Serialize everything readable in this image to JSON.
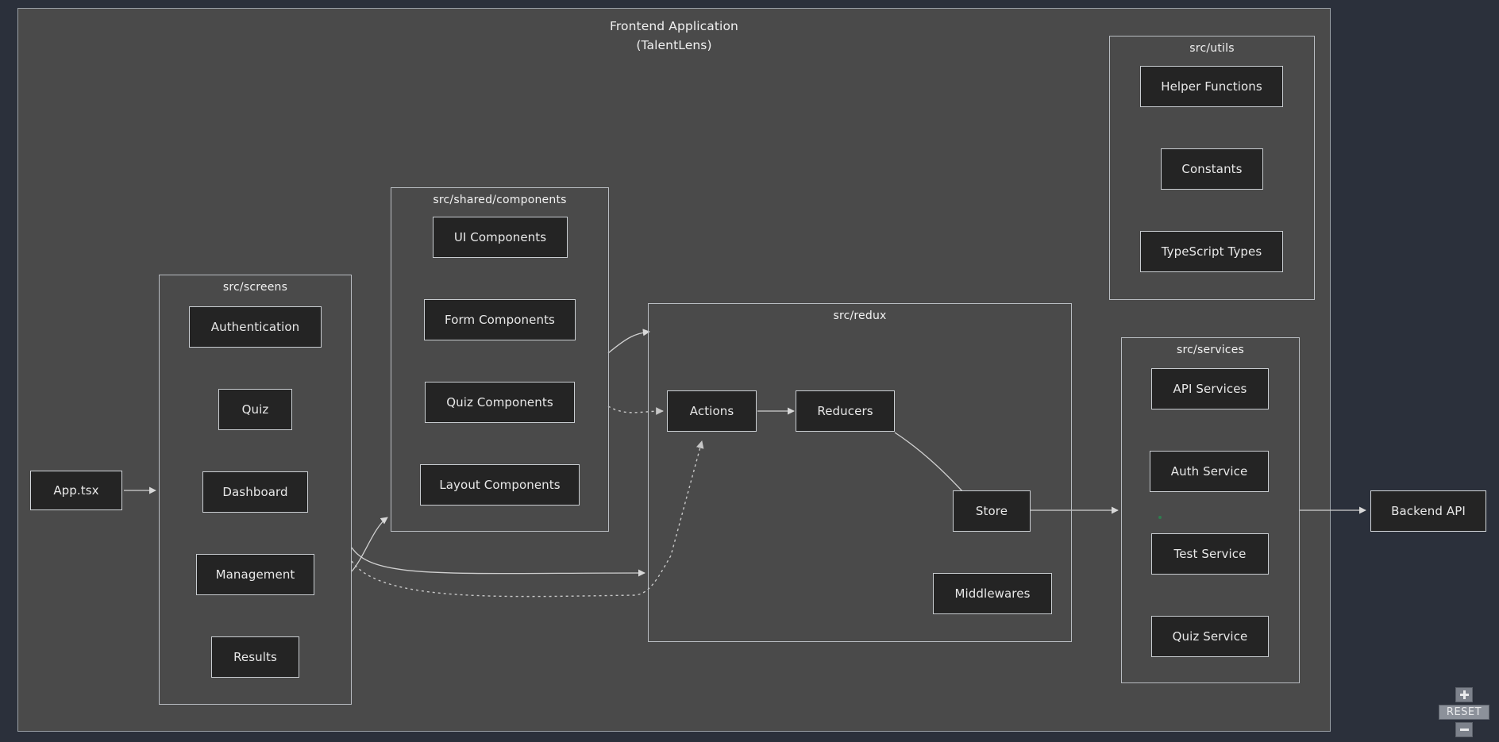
{
  "diagram": {
    "title_line1": "Frontend Application",
    "title_line2": "(TalentLens)",
    "title": "Frontend Application\n(TalentLens)"
  },
  "entry": {
    "label": "App.tsx"
  },
  "external": {
    "backend_label": "Backend API"
  },
  "groups": {
    "screens": {
      "label": "src/screens",
      "nodes": [
        {
          "label": "Authentication"
        },
        {
          "label": "Quiz"
        },
        {
          "label": "Dashboard"
        },
        {
          "label": "Management"
        },
        {
          "label": "Results"
        }
      ]
    },
    "shared_components": {
      "label": "src/shared/components",
      "nodes": [
        {
          "label": "UI Components"
        },
        {
          "label": "Form Components"
        },
        {
          "label": "Quiz Components"
        },
        {
          "label": "Layout Components"
        }
      ]
    },
    "redux": {
      "label": "src/redux",
      "nodes": [
        {
          "label": "Actions"
        },
        {
          "label": "Reducers"
        },
        {
          "label": "Store"
        },
        {
          "label": "Middlewares"
        }
      ]
    },
    "utils": {
      "label": "src/utils",
      "nodes": [
        {
          "label": "Helper Functions"
        },
        {
          "label": "Constants"
        },
        {
          "label": "TypeScript Types"
        }
      ]
    },
    "services": {
      "label": "src/services",
      "nodes": [
        {
          "label": "API Services"
        },
        {
          "label": "Auth Service"
        },
        {
          "label": "Test Service"
        },
        {
          "label": "Quiz Service"
        }
      ]
    }
  },
  "controls": {
    "zoom_in_label": "+",
    "reset_label": "RESET",
    "zoom_out_label": "−"
  },
  "colors": {
    "page_background": "#2b303b",
    "canvas_background": "#4a4a4a",
    "node_background": "#242424",
    "node_border": "#c9cdd1",
    "group_border": "#b9bdc2",
    "text": "#e8e8e8",
    "edge": "#d0d0d0",
    "status_dot": "#2f7d4f"
  }
}
